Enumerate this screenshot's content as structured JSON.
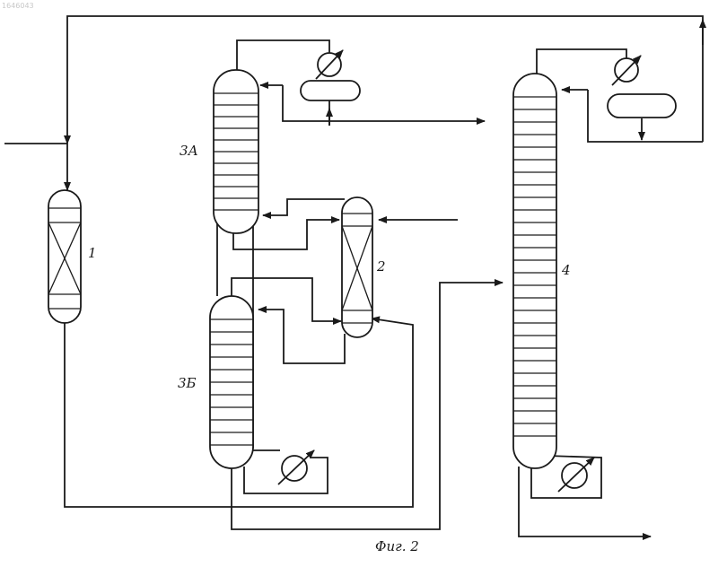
{
  "document_number": "1646043",
  "caption": "Фиг. 2",
  "labels": {
    "reactor": "1",
    "reactor_2": "2",
    "column_3a": "3А",
    "column_3b": "3Б",
    "column_4": "4"
  },
  "colors": {
    "ink": "#1a1a1a",
    "paper": "#ffffff"
  }
}
